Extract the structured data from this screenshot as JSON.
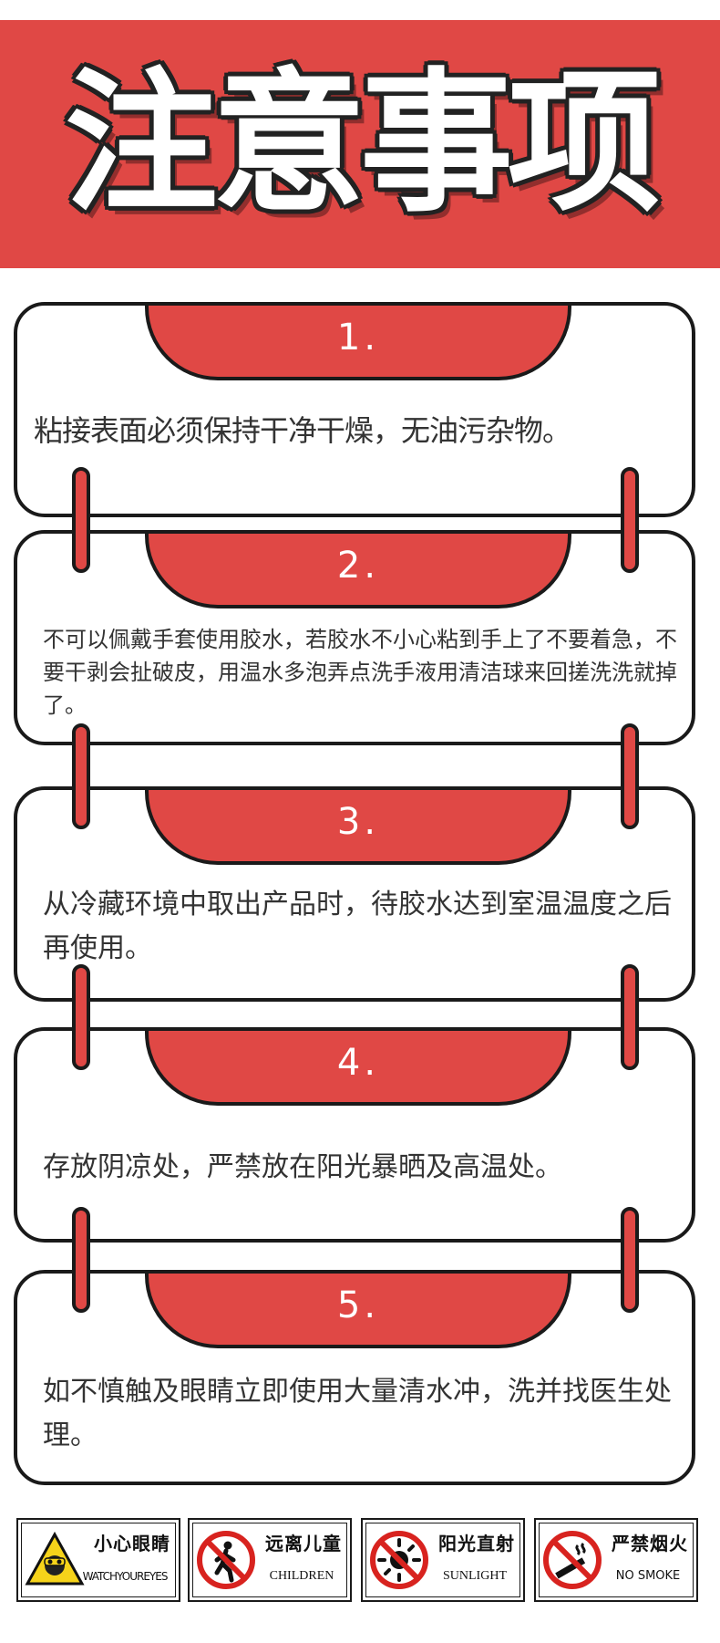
{
  "header": {
    "title": "注意事项"
  },
  "notices": [
    {
      "number": "1.",
      "text": "粘接表面必须保持干净干燥，无油污杂物。"
    },
    {
      "number": "2.",
      "text": "不可以佩戴手套使用胶水，若胶水不小心粘到手上了不要着急，不要干剥会扯破皮，用温水多泡弄点洗手液用清洁球来回搓洗洗就掉了。"
    },
    {
      "number": "3.",
      "text": "从冷藏环境中取出产品时，待胶水达到室温温度之后再使用。"
    },
    {
      "number": "4.",
      "text": "存放阴凉处，严禁放在阳光暴晒及高温处。"
    },
    {
      "number": "5.",
      "text": "如不慎触及眼睛立即使用大量清水冲，洗并找医生处理。"
    }
  ],
  "signs": [
    {
      "cn": "小心眼睛",
      "en": "WATCHYOUREYES",
      "icon": "warning-eye-icon"
    },
    {
      "cn": "远离儿童",
      "en": "CHILDREN",
      "icon": "no-children-icon"
    },
    {
      "cn": "阳光直射",
      "en": "SUNLIGHT",
      "icon": "no-sunlight-icon"
    },
    {
      "cn": "严禁烟火",
      "en": "NO SMOKE",
      "icon": "no-smoking-icon"
    }
  ],
  "colors": {
    "accent": "#e04845",
    "outline": "#1a1a1a",
    "text": "#333333"
  }
}
